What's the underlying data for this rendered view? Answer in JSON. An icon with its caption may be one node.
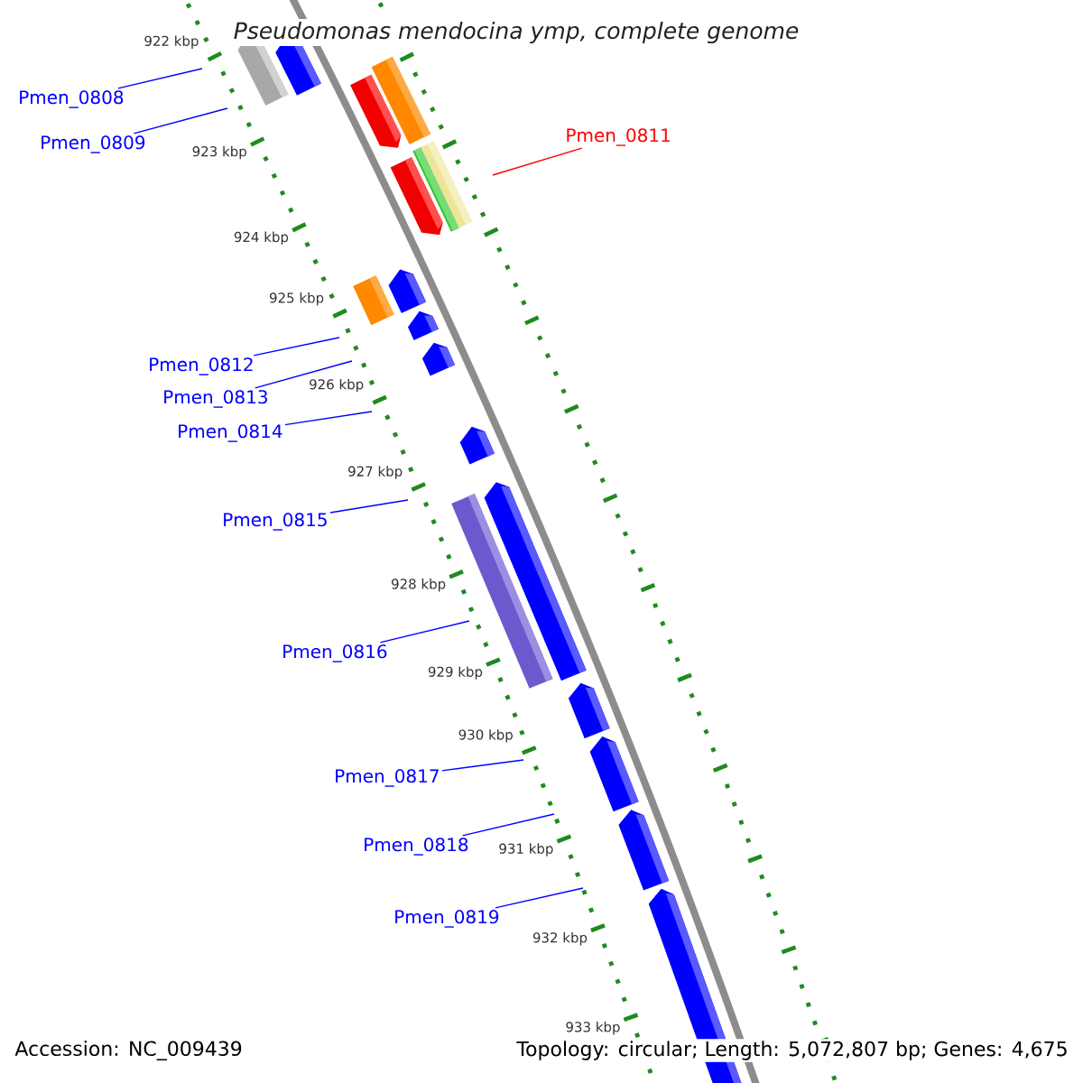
{
  "diagram": {
    "title": "Pseudomonas mendocina ymp, complete genome",
    "nodes": [
      {
        "text": [
          "Pmen_0808"
        ]
      },
      {
        "text": [
          "Pmen_0809"
        ]
      },
      {
        "text": [
          "Pmen_0811"
        ]
      },
      {
        "text": [
          "Pmen_0812"
        ]
      },
      {
        "text": [
          "Pmen_0813"
        ]
      },
      {
        "text": [
          "Pmen_0814"
        ]
      },
      {
        "text": [
          "Pmen_0815"
        ]
      },
      {
        "text": [
          "Pmen_0816"
        ]
      },
      {
        "text": [
          "Pmen_0817"
        ]
      },
      {
        "text": [
          "Pmen_0818"
        ]
      },
      {
        "text": [
          "Pmen_0819"
        ]
      }
    ],
    "edges": [
      {
        "from": 0,
        "to": null,
        "arrow": "none"
      },
      {
        "from": 1,
        "to": null,
        "arrow": "none"
      },
      {
        "from": 2,
        "to": null,
        "arrow": "none",
        "color": "#ff0000"
      },
      {
        "from": 3,
        "to": null,
        "arrow": "none"
      },
      {
        "from": 4,
        "to": null,
        "arrow": "none"
      },
      {
        "from": 5,
        "to": null,
        "arrow": "none"
      },
      {
        "from": 6,
        "to": null,
        "arrow": "none"
      },
      {
        "from": 7,
        "to": null,
        "arrow": "none"
      },
      {
        "from": 8,
        "to": null,
        "arrow": "none"
      },
      {
        "from": 9,
        "to": null,
        "arrow": "none"
      },
      {
        "from": 10,
        "to": null,
        "arrow": "none"
      }
    ],
    "labels": [
      "922 kbp",
      "923 kbp",
      "924 kbp",
      "925 kbp",
      "926 kbp",
      "927 kbp",
      "928 kbp",
      "929 kbp",
      "930 kbp",
      "931 kbp",
      "932 kbp",
      "933 kbp",
      "Accession: NC_009439",
      "Topology: circular; Length: 5,072,807 bp; Genes: 4,675"
    ]
  }
}
